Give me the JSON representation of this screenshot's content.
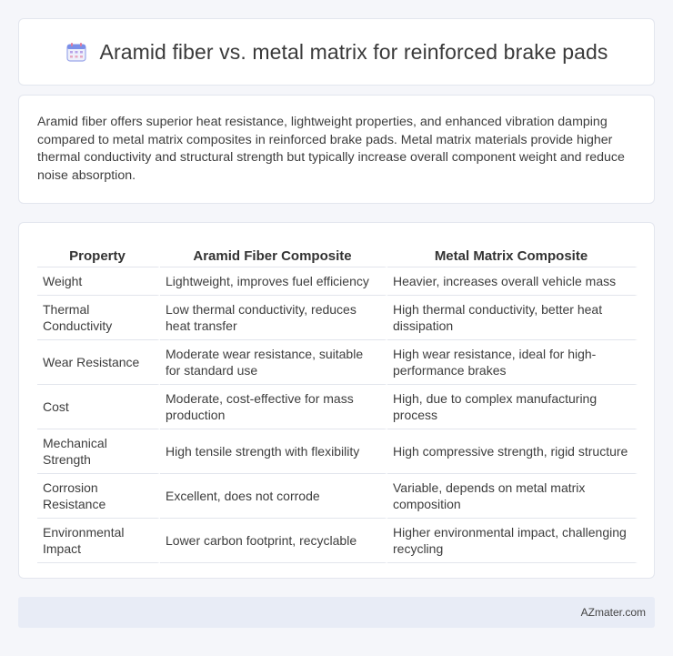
{
  "header": {
    "title": "Aramid fiber vs. metal matrix for reinforced brake pads",
    "icon": "calendar-icon"
  },
  "summary": {
    "text": "Aramid fiber offers superior heat resistance, lightweight properties, and enhanced vibration damping compared to metal matrix composites in reinforced brake pads. Metal matrix materials provide higher thermal conductivity and structural strength but typically increase overall component weight and reduce noise absorption."
  },
  "table": {
    "headers": [
      "Property",
      "Aramid Fiber Composite",
      "Metal Matrix Composite"
    ],
    "rows": [
      [
        "Weight",
        "Lightweight, improves fuel efficiency",
        "Heavier, increases overall vehicle mass"
      ],
      [
        "Thermal Conductivity",
        "Low thermal conductivity, reduces heat transfer",
        "High thermal conductivity, better heat dissipation"
      ],
      [
        "Wear Resistance",
        "Moderate wear resistance, suitable for standard use",
        "High wear resistance, ideal for high-performance brakes"
      ],
      [
        "Cost",
        "Moderate, cost-effective for mass production",
        "High, due to complex manufacturing process"
      ],
      [
        "Mechanical Strength",
        "High tensile strength with flexibility",
        "High compressive strength, rigid structure"
      ],
      [
        "Corrosion Resistance",
        "Excellent, does not corrode",
        "Variable, depends on metal matrix composition"
      ],
      [
        "Environmental Impact",
        "Lower carbon footprint, recyclable",
        "Higher environmental impact, challenging recycling"
      ]
    ]
  },
  "footer": {
    "text": "AZmater.com"
  },
  "colors": {
    "background": "#f5f6fa",
    "card": "#ffffff",
    "footer": "#e8ecf6",
    "icon_accent": "#7b8fe8"
  }
}
